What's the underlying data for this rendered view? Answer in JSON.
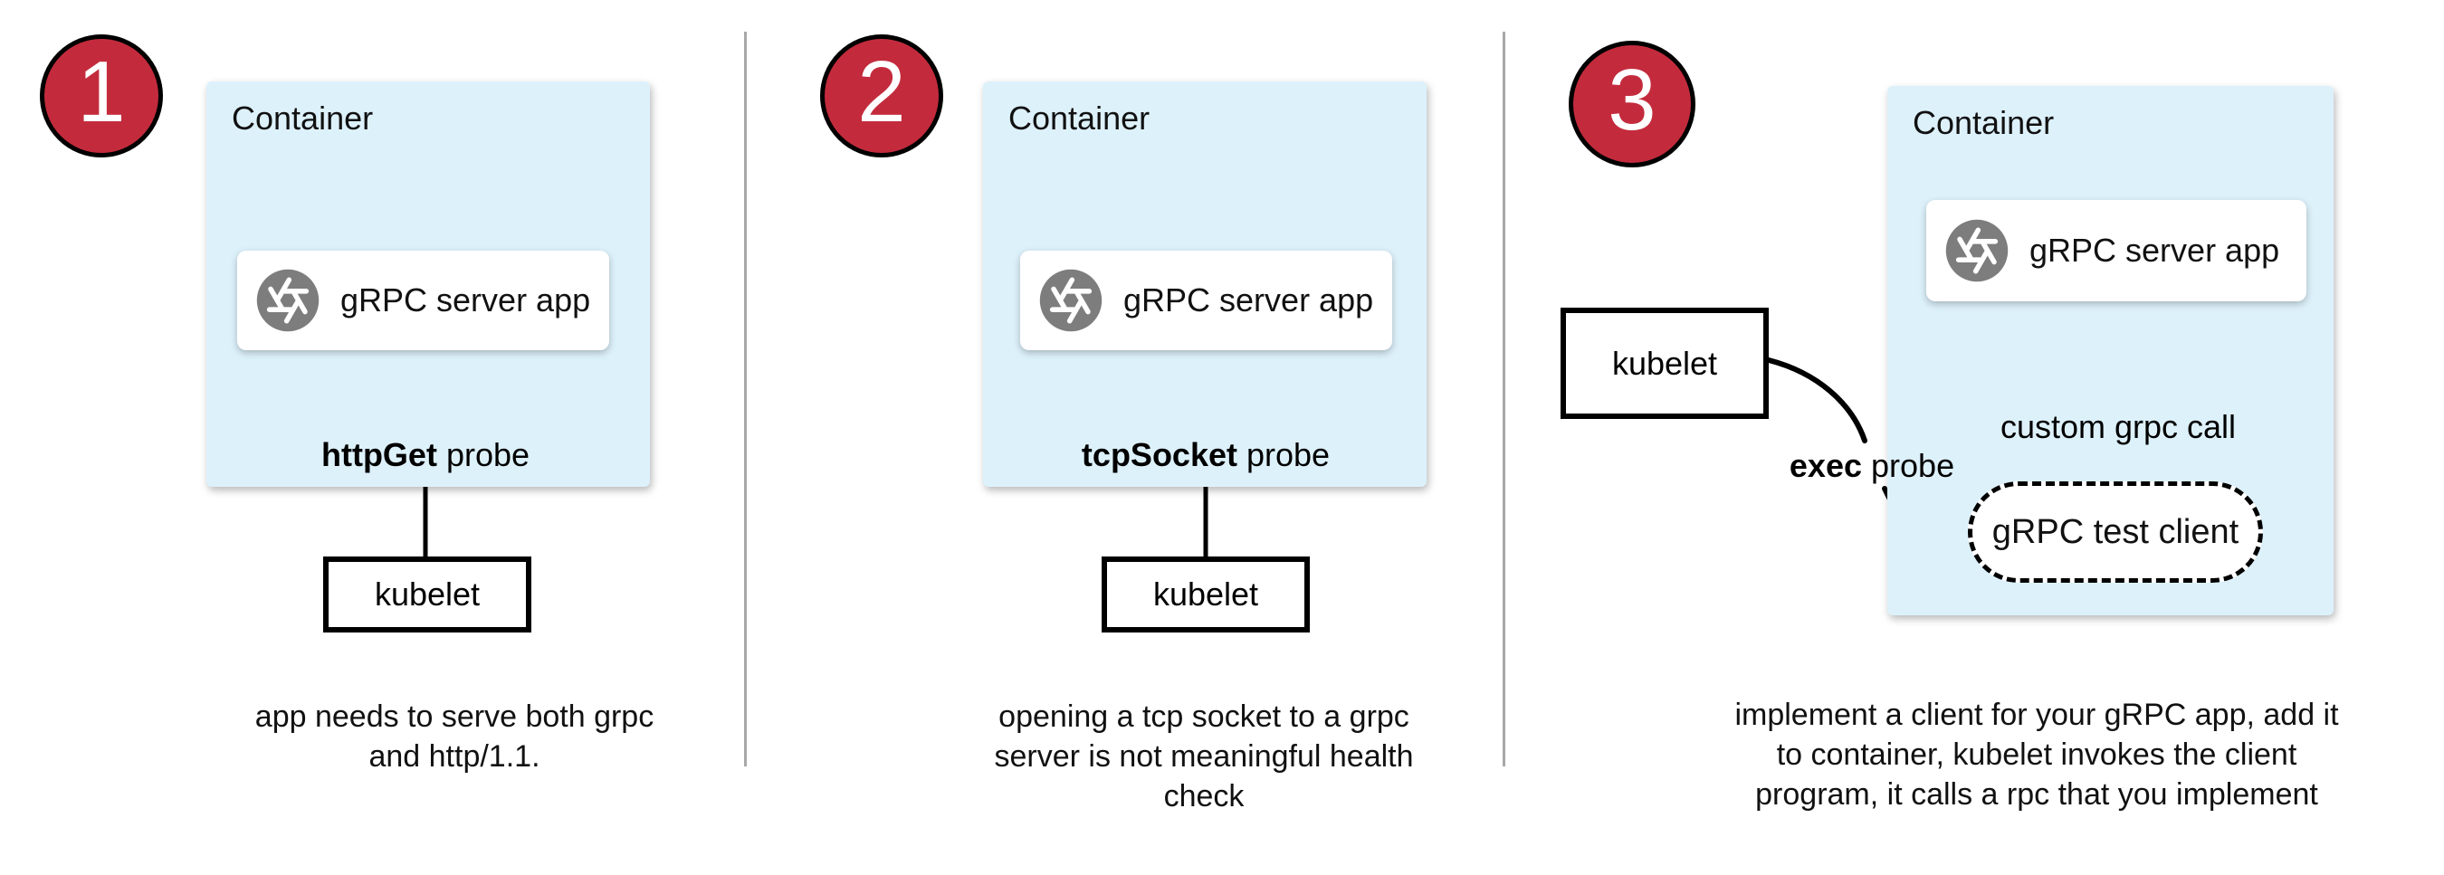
{
  "colors": {
    "accent_red": "#c32b3d",
    "container_blue": "#ddf1fb",
    "icon_gray": "#7d7d7d",
    "divider_gray": "#a8a8a8",
    "arrow_black": "#000000"
  },
  "panels": [
    {
      "number": "1",
      "container_label": "Container",
      "app": {
        "icon": "aperture-icon",
        "label": "gRPC server app"
      },
      "probe": {
        "bold": "httpGet",
        "rest": " probe"
      },
      "kubelet_label": "kubelet",
      "caption_lines": [
        "app needs to serve both grpc",
        "and http/1.1."
      ]
    },
    {
      "number": "2",
      "container_label": "Container",
      "app": {
        "icon": "aperture-icon",
        "label": "gRPC server app"
      },
      "probe": {
        "bold": "tcpSocket",
        "rest": " probe"
      },
      "kubelet_label": "kubelet",
      "caption_lines": [
        "opening a tcp socket to a grpc",
        "server is not meaningful health",
        "check"
      ]
    },
    {
      "number": "3",
      "container_label": "Container",
      "app": {
        "icon": "aperture-icon",
        "label": "gRPC server app"
      },
      "probe": {
        "bold": "exec",
        "rest": " probe"
      },
      "custom_call_label": "custom grpc call",
      "test_client_label": "gRPC test client",
      "kubelet_label": "kubelet",
      "caption_lines": [
        "implement a client for your gRPC app, add it",
        "to container, kubelet invokes the client",
        "program, it calls a rpc that you implement"
      ]
    }
  ]
}
